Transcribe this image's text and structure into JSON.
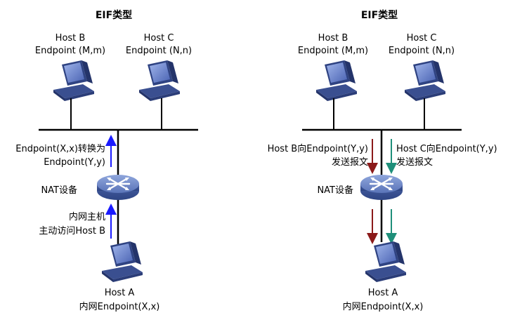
{
  "left": {
    "title": "EIF类型",
    "host_b": {
      "name": "Host B",
      "endpoint": "Endpoint (M,m)"
    },
    "host_c": {
      "name": "Host C",
      "endpoint": "Endpoint (N,n)"
    },
    "nat_label": "NAT设备",
    "translate_line1": "Endpoint(X,x)转换为",
    "translate_line2": "Endpoint(Y,y)",
    "access_line1": "内网主机",
    "access_line2": "主动访问Host B",
    "host_a": {
      "name": "Host A",
      "endpoint": "内网Endpoint(X,x)"
    }
  },
  "right": {
    "title": "EIF类型",
    "host_b": {
      "name": "Host B",
      "endpoint": "Endpoint (M,m)"
    },
    "host_c": {
      "name": "Host C",
      "endpoint": "Endpoint (N,n)"
    },
    "nat_label": "NAT设备",
    "b_send_line1": "Host B向Endpoint(Y,y)",
    "b_send_line2": "发送报文",
    "c_send_line1": "Host C向Endpoint(Y,y)",
    "c_send_line2": "发送报文",
    "host_a": {
      "name": "Host A",
      "endpoint": "内网Endpoint(X,x)"
    }
  },
  "colors": {
    "arrow_blue": "#1a1aff",
    "arrow_red": "#8b1a1a",
    "arrow_teal": "#1f8f7a",
    "computer": "#3c4f8f",
    "router": "#5570b0",
    "line": "#000000"
  }
}
